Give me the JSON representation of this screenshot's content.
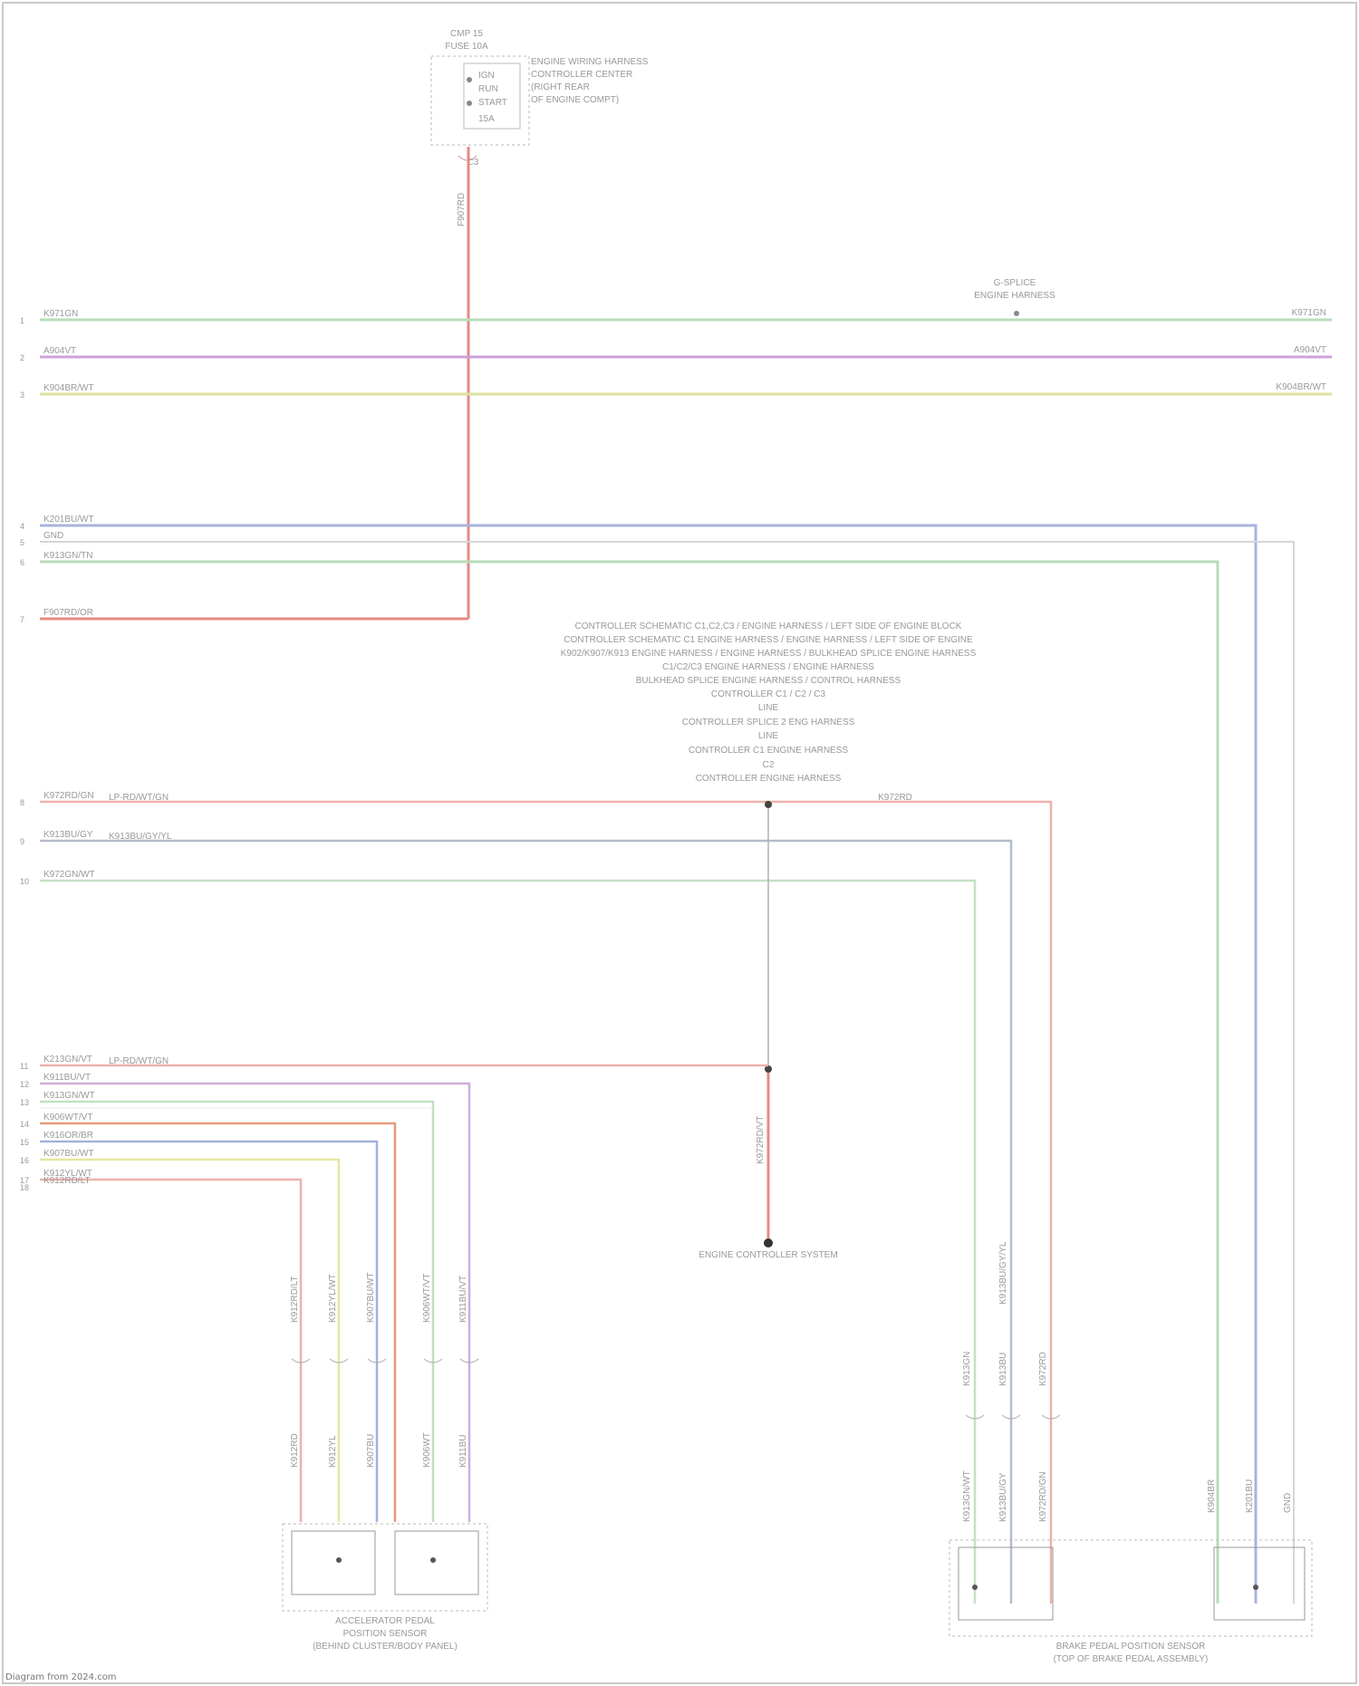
{
  "fuse": {
    "title_lines": [
      "CMP 15",
      "FUSE 10A"
    ],
    "box_lines": [
      "IGN",
      "RUN",
      "START",
      "15A"
    ],
    "desc_lines": [
      "ENGINE WIRING HARNESS",
      "CONTROLLER CENTER",
      "(RIGHT REAR",
      "OF ENGINE COMPT)"
    ],
    "connector_pin": "C3",
    "wire_code": "F907RD"
  },
  "splice_top": {
    "label_lines": [
      "G-SPLICE",
      "ENGINE HARNESS"
    ]
  },
  "left_pins": [
    {
      "num": "1",
      "wire": "K971GN",
      "right_label": "K971GN"
    },
    {
      "num": "2",
      "wire": "A904VT",
      "right_label": "A904VT"
    },
    {
      "num": "3",
      "wire": "K904BR/WT",
      "right_label": "K904BR/WT"
    },
    {
      "num": "4",
      "wire": "K201BU/WT"
    },
    {
      "num": "5",
      "wire": "GND"
    },
    {
      "num": "6",
      "wire": "K913GN/TN"
    },
    {
      "num": "7",
      "wire": "F907RD/OR"
    },
    {
      "num": "8",
      "wire": "K972RD/GN",
      "extra": "LP-RD/WT/GN"
    },
    {
      "num": "9",
      "wire": "K913BU/GY",
      "extra": "K913BU/GY/YL"
    },
    {
      "num": "10",
      "wire": "K972GN/WT"
    },
    {
      "num": "11",
      "wire": "K213GN/VT",
      "extra": "LP-RD/WT/GN"
    },
    {
      "num": "12",
      "wire": "K911BU/VT"
    },
    {
      "num": "13",
      "wire": "K913GN/WT"
    },
    {
      "num": "14",
      "wire": "K906WT/VT"
    },
    {
      "num": "15",
      "wire": "K916OR/BR"
    },
    {
      "num": "16",
      "wire": "K907BU/WT"
    },
    {
      "num": "17",
      "wire": "K912YL/WT"
    },
    {
      "num": "18",
      "wire": "K912RD/LT"
    }
  ],
  "splice_block": {
    "lines": [
      "CONTROLLER SCHEMATIC C1,C2,C3 / ENGINE HARNESS / LEFT SIDE OF ENGINE BLOCK",
      "CONTROLLER SCHEMATIC C1 ENGINE HARNESS / ENGINE HARNESS / LEFT SIDE OF ENGINE",
      "K902/K907/K913 ENGINE HARNESS / ENGINE HARNESS / BULKHEAD SPLICE ENGINE HARNESS",
      "C1/C2/C3 ENGINE HARNESS / ENGINE HARNESS",
      "BULKHEAD SPLICE ENGINE HARNESS / CONTROL HARNESS",
      "CONTROLLER C1 / C2 / C3",
      "LINE",
      "CONTROLLER SPLICE 2 ENG HARNESS",
      "LINE",
      "CONTROLLER C1 ENGINE HARNESS",
      "C2",
      "CONTROLLER ENGINE HARNESS"
    ],
    "wire_right": "K972RD"
  },
  "ground": {
    "label": "ENGINE CONTROLLER SYSTEM",
    "wire": "K972RD/VT"
  },
  "left_sensor": {
    "label_lines": [
      "ACCELERATOR PEDAL",
      "POSITION SENSOR",
      "(BEHIND CLUSTER/BODY PANEL)"
    ],
    "wire_labels": [
      "K912RD/LT",
      "K912YL/WT",
      "K907BU/WT",
      "K906WT/VT",
      "K911BU/VT"
    ],
    "bottom_wire_labels": [
      "K912RD",
      "K912YL",
      "K907BU",
      "K906WT",
      "K911BU"
    ]
  },
  "right_sensor": {
    "label_lines": [
      "BRAKE PEDAL POSITION SENSOR",
      "(TOP OF BRAKE PEDAL ASSEMBLY)"
    ],
    "wire_labels": [
      "K913GN",
      "K913BU",
      "K972RD"
    ],
    "bottom_wire_labels": [
      "K913GN/WT",
      "K913BU/GY",
      "K972RD/GN",
      "K904BR",
      "K201BU",
      "GND"
    ],
    "top_label": "K913BU/GY/YL"
  },
  "footer": "Diagram from 2024.com",
  "colors": {
    "red": "#e89a94",
    "violet": "#c7a4d8",
    "green": "#b6dcb8",
    "blue": "#a9b3dc",
    "yellowgreen": "#dfe6a9",
    "grey": "#b8bec6",
    "text": "#9a9a9a"
  }
}
